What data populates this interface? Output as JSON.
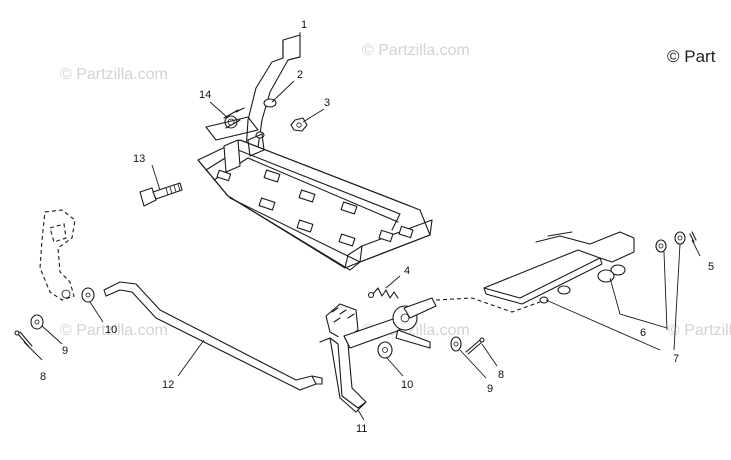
{
  "watermark": "© Partzilla.com",
  "copyright": "© Part",
  "callouts": [
    "1",
    "2",
    "3",
    "4",
    "5",
    "6",
    "7",
    "8",
    "9",
    "10",
    "11",
    "12",
    "13",
    "14"
  ],
  "callout_8": "8",
  "callout_9": "9",
  "callout_10": "10"
}
